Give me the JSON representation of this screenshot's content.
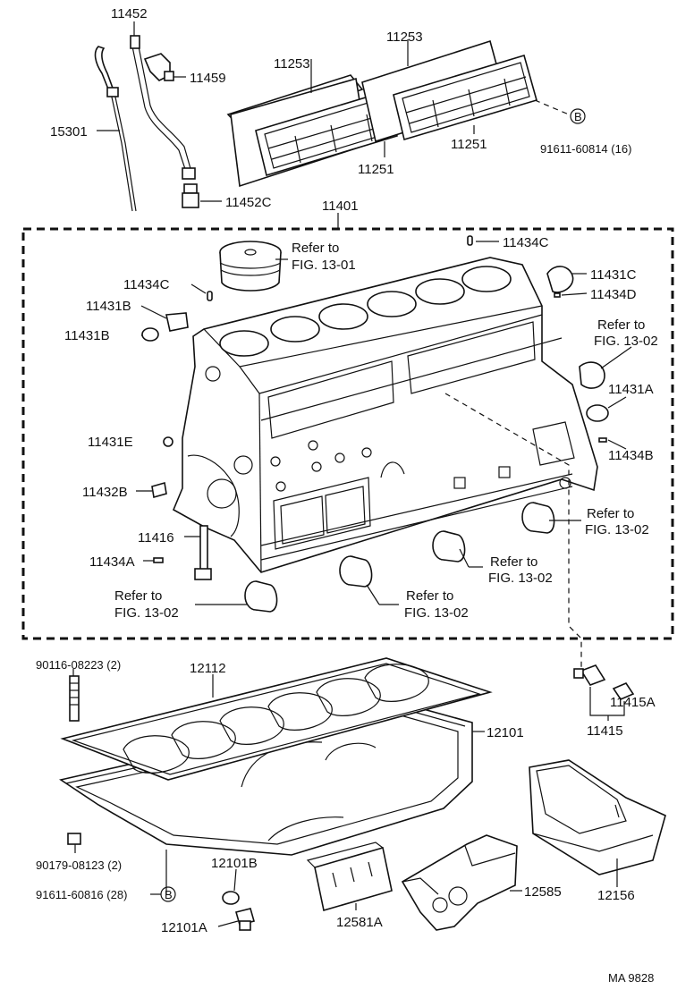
{
  "labels": {
    "p11452": "11452",
    "p11459": "11459",
    "p15301": "15301",
    "p11452C": "11452C",
    "p11253a": "11253",
    "p11253b": "11253",
    "p11251a": "11251",
    "p11251b": "11251",
    "pB1": "B",
    "p91611_60814": "91611-60814 (16)",
    "p11401": "11401",
    "p11434C_top": "11434C",
    "refer_1301_a": "Refer to",
    "refer_1301_b": "FIG. 13-01",
    "p11431C": "11431C",
    "p11434D": "11434D",
    "p11434C_left": "11434C",
    "p11431B_1": "11431B",
    "p11431B_2": "11431B",
    "refer_r1_a": "Refer to",
    "refer_r1_b": "FIG. 13-02",
    "p11431A": "11431A",
    "p11431E": "11431E",
    "p11434B": "11434B",
    "p11432B": "11432B",
    "refer_r2_a": "Refer to",
    "refer_r2_b": "FIG. 13-02",
    "p11416": "11416",
    "p11434A": "11434A",
    "refer_m1_a": "Refer to",
    "refer_m1_b": "FIG. 13-02",
    "refer_m2_a": "Refer to",
    "refer_m2_b": "FIG. 13-02",
    "refer_l_a": "Refer to",
    "refer_l_b": "FIG. 13-02",
    "p90116_08223": "90116-08223 (2)",
    "p12112": "12112",
    "p12101": "12101",
    "p11415A": "11415A",
    "p11415": "11415",
    "p90179_08123": "90179-08123 (2)",
    "p91611_60816": "91611-60816 (28)",
    "pB2": "B",
    "p12101B": "12101B",
    "p12101A": "12101A",
    "p12581A": "12581A",
    "p12585": "12585",
    "p12156": "12156",
    "ma_code": "MA  9828"
  }
}
